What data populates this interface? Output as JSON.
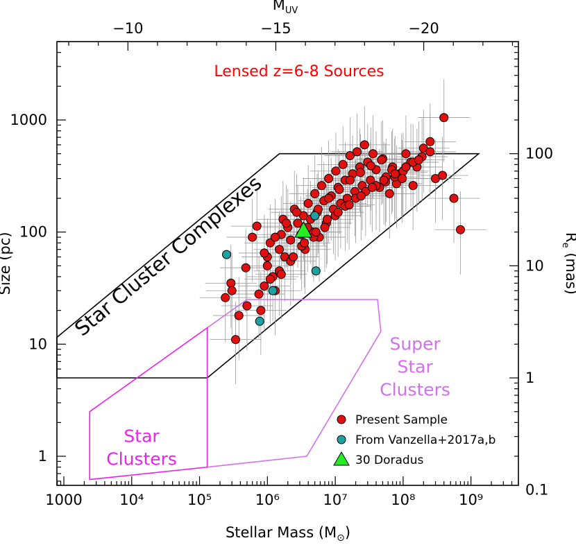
{
  "chart_data": {
    "type": "scatter",
    "title": "Lensed z=6-8 Sources",
    "xlabel": "Stellar Mass (M⊙)",
    "ylabel": "Size (pc)",
    "top_xlabel": "M_UV",
    "right_ylabel": "Re (mas)",
    "x_scale": "log",
    "y_scale": "log",
    "xlim": [
      790,
      5000000000
    ],
    "ylim": [
      0.55,
      5000
    ],
    "top_xlim": [
      -7.6,
      -23.2
    ],
    "right_ylim": [
      0.11,
      1000
    ],
    "x_tick_labels": [
      "1000",
      "10⁴",
      "10⁵",
      "10⁶",
      "10⁷",
      "10⁸",
      "10⁹"
    ],
    "x_tick_values": [
      1000,
      10000,
      100000,
      1000000,
      10000000,
      100000000,
      1000000000
    ],
    "y_tick_labels": [
      "1",
      "10",
      "100",
      "1000"
    ],
    "y_tick_values": [
      1,
      10,
      100,
      1000
    ],
    "top_tick_labels": [
      "−10",
      "−15",
      "−20"
    ],
    "top_tick_values": [
      -10,
      -15,
      -20
    ],
    "right_tick_labels": [
      "0.1",
      "1",
      "10",
      "100"
    ],
    "right_tick_values": [
      0.1,
      1,
      10,
      100
    ],
    "regions": [
      {
        "name": "Star Cluster Complexes",
        "label_lines": [
          "Star Cluster Complexes"
        ],
        "color": "#000000",
        "polygon": [
          [
            790,
            11.5
          ],
          [
            1500000,
            500
          ],
          [
            1300000000,
            500
          ],
          [
            130000,
            5
          ],
          [
            790,
            5
          ]
        ]
      },
      {
        "name": "Super Star Clusters",
        "label_lines": [
          "Super",
          "Star",
          "Clusters"
        ],
        "color": "#d36ff0",
        "polygon": [
          [
            130000,
            14
          ],
          [
            500000,
            25
          ],
          [
            42000000,
            25
          ],
          [
            47000000,
            13
          ],
          [
            3800000,
            1
          ],
          [
            130000,
            0.8
          ]
        ]
      },
      {
        "name": "Star Clusters",
        "label_lines": [
          "Star",
          "Clusters"
        ],
        "color": "#ee22ee",
        "polygon": [
          [
            2400,
            0.62
          ],
          [
            2400,
            2.5
          ],
          [
            130000,
            14
          ],
          [
            130000,
            0.8
          ]
        ]
      }
    ],
    "series": [
      {
        "name": "Present Sample",
        "color": "#e01010",
        "marker": "circle",
        "x": [
          240000,
          290000,
          340000,
          380000,
          480000,
          700000,
          800000,
          900000,
          1000000,
          1100000,
          1200000,
          1300000,
          1500000,
          1600000,
          1700000,
          1800000,
          2000000,
          2200000,
          2500000,
          2800000,
          3100000,
          3400000,
          3600000,
          4000000,
          4300000,
          4600000,
          5000000,
          5400000,
          5800000,
          6300000,
          6800000,
          7400000,
          8000000,
          8700000,
          9400000,
          10200000,
          11000000,
          12000000,
          13000000,
          14000000,
          15000000,
          16500000,
          18000000,
          19500000,
          21000000,
          23000000,
          25000000,
          27000000,
          30000000,
          33000000,
          36000000,
          40000000,
          45000000,
          50000000,
          56000000,
          63000000,
          70000000,
          80000000,
          95000000,
          110000000,
          130000000,
          160000000,
          200000000,
          250000000,
          300000000,
          380000000,
          560000000,
          700000000,
          1000000,
          1500000,
          2200000,
          3200000,
          4800000,
          7000000,
          10000000,
          14000000,
          20000000,
          28000000,
          40000000,
          55000000,
          75000000,
          100000000,
          140000000,
          190000000,
          600000,
          900000,
          1300000,
          1900000,
          2700000,
          3900000,
          5600000,
          8000000,
          11500000,
          16500000,
          23500000,
          33500000,
          48000000,
          68000000,
          97000000,
          140000000,
          300000,
          500000,
          750000,
          1100000,
          1600000,
          2400000,
          3500000,
          5200000,
          7600000,
          11000000,
          16000000,
          24000000,
          35000000,
          52000000,
          76000000,
          110000000,
          170000000,
          250000000,
          400000000
        ],
        "y": [
          26,
          35,
          11,
          18,
          48,
          113,
          20,
          33,
          50,
          80,
          40,
          30,
          70,
          95,
          130,
          60,
          110,
          85,
          160,
          120,
          95,
          140,
          70,
          180,
          130,
          100,
          220,
          150,
          90,
          260,
          190,
          120,
          300,
          210,
          160,
          350,
          250,
          180,
          400,
          290,
          200,
          480,
          330,
          230,
          520,
          380,
          260,
          600,
          420,
          290,
          500,
          360,
          250,
          450,
          310,
          220,
          380,
          270,
          340,
          500,
          420,
          380,
          560,
          640,
          300,
          320,
          200,
          105,
          60,
          45,
          55,
          75,
          90,
          110,
          140,
          170,
          200,
          230,
          260,
          280,
          310,
          350,
          420,
          470,
          90,
          65,
          90,
          120,
          150,
          110,
          160,
          200,
          240,
          290,
          340,
          390,
          440,
          360,
          300,
          260,
          30,
          22,
          28,
          38,
          42,
          60,
          80,
          100,
          130,
          150,
          175,
          210,
          250,
          290,
          330,
          380,
          440,
          520,
          1050
        ],
        "y_err_low_factor": 0.4,
        "y_err_high_factor": 2.2
      },
      {
        "name": "From Vanzella+2017a,b",
        "color": "#1fa0a0",
        "marker": "circle",
        "x": [
          250000,
          1200000,
          770000,
          5200000,
          5000000
        ],
        "y": [
          63,
          30,
          16,
          45,
          140
        ]
      },
      {
        "name": "30 Doradus",
        "color": "#22ee22",
        "marker": "triangle",
        "x": [
          3400000
        ],
        "y": [
          102
        ]
      }
    ],
    "legend": {
      "placement": "bottom-right",
      "entries": [
        "Present Sample",
        "From Vanzella+2017a,b",
        "30 Doradus"
      ]
    },
    "grid": false
  }
}
